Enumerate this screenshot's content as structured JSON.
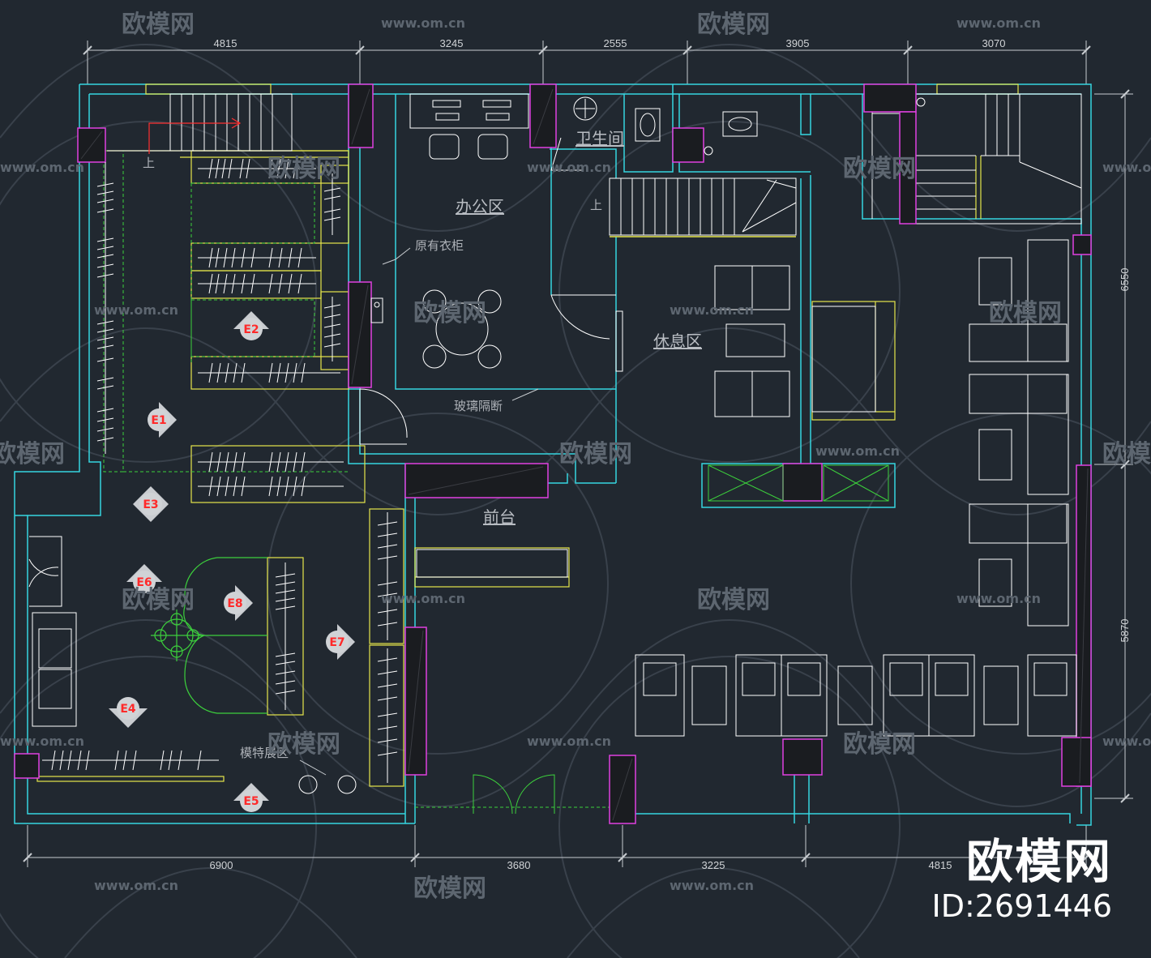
{
  "dimensions": {
    "top": [
      "4815",
      "3245",
      "2555",
      "3905",
      "3070"
    ],
    "bottom": [
      "6900",
      "3680",
      "3225",
      "4815"
    ],
    "right": [
      "6550",
      "5870"
    ]
  },
  "rooms": {
    "office": "办公区",
    "restroom": "卫生间",
    "lounge": "休息区",
    "reception": "前台",
    "model_display": "模特展区"
  },
  "notes": {
    "existing_wardrobe": "原有衣柜",
    "glass_partition": "玻璃隔断",
    "stair_up": "上"
  },
  "elevation_markers": [
    "E1",
    "E2",
    "E3",
    "E4",
    "E5",
    "E6",
    "E7",
    "E8"
  ],
  "watermark": {
    "brand": "欧模网",
    "url": "www.om.cn"
  },
  "brand_stamp": {
    "name": "欧模网",
    "id": "ID:2691446"
  },
  "colors": {
    "background": "#212830",
    "wall": "#35d6e0",
    "column": "#e040e0",
    "furniture": "#ffffff",
    "accent_line": "#e6e64a",
    "green_line": "#3ccf3c",
    "marker": "#ff2a2a",
    "watermark": "#5d6670"
  }
}
